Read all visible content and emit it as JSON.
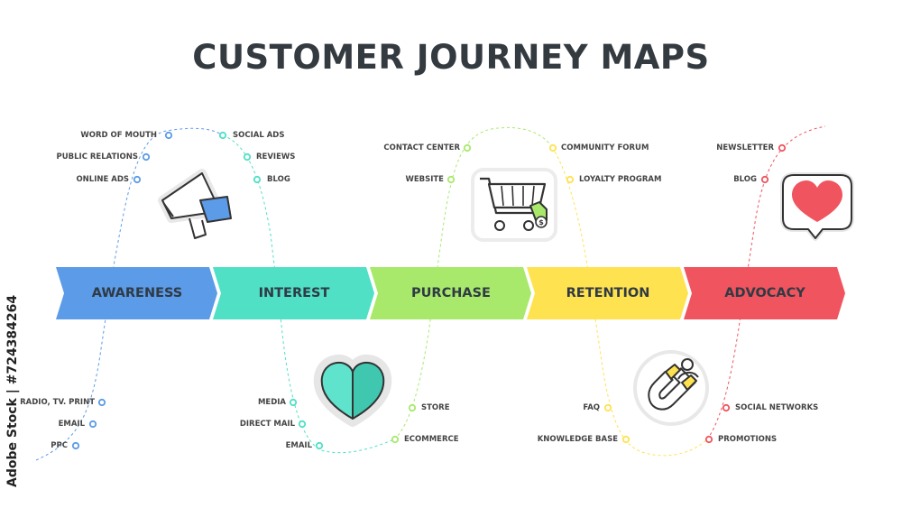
{
  "title": "CUSTOMER JOURNEY MAPS",
  "watermark_credit": "Adobe Stock | #724384264",
  "colors": {
    "awareness": "#5b9be8",
    "interest": "#4fe0c6",
    "purchase": "#a8e96b",
    "retention": "#ffe24f",
    "advocacy": "#f0545e",
    "title": "#333a40"
  },
  "stages": [
    {
      "label": "AWARENESS",
      "icon": "megaphone-icon"
    },
    {
      "label": "INTEREST",
      "icon": "heart-icon"
    },
    {
      "label": "PURCHASE",
      "icon": "shopping-cart-icon"
    },
    {
      "label": "RETENTION",
      "icon": "magnet-icon"
    },
    {
      "label": "ADVOCACY",
      "icon": "heart-speech-bubble-icon"
    }
  ],
  "touchpoints": {
    "awareness_top": [
      "WORD OF MOUTH",
      "PUBLIC RELATIONS",
      "ONLINE ADS"
    ],
    "awareness_bottom": [
      "RADIO, TV. PRINT",
      "EMAIL",
      "PPC"
    ],
    "interest_top": [
      "SOCIAL ADS",
      "REVIEWS",
      "BLOG"
    ],
    "interest_bottom": [
      "MEDIA",
      "DIRECT MAIL",
      "EMAIL"
    ],
    "purchase_top": [
      "CONTACT CENTER",
      "WEBSITE"
    ],
    "purchase_bottom": [
      "STORE",
      "ECOMMERCE"
    ],
    "retention_top": [
      "COMMUNITY FORUM",
      "LOYALTY PROGRAM"
    ],
    "retention_bottom": [
      "FAQ",
      "KNOWLEDGE BASE"
    ],
    "advocacy_top": [
      "NEWSLETTER",
      "BLOG"
    ],
    "advocacy_bottom": [
      "SOCIAL NETWORKS",
      "PROMOTIONS"
    ]
  }
}
